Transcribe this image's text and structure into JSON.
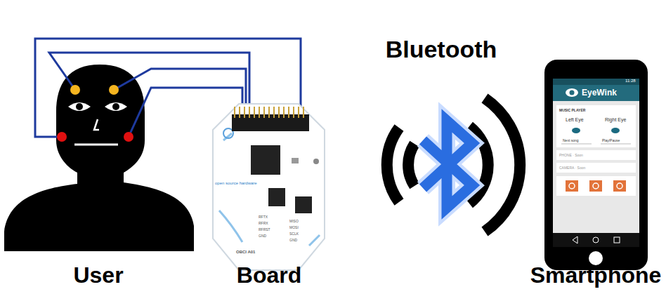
{
  "diagram": {
    "nodes": [
      {
        "text": [
          "User"
        ]
      },
      {
        "text": [
          "Board"
        ]
      },
      {
        "text": [
          "Smartphone"
        ]
      }
    ],
    "edges": [
      {
        "from": 0,
        "to": 1,
        "arrow": "none"
      }
    ],
    "labels": [
      "Bluetooth",
      "11:28",
      "EyeWink",
      "MUSIC PLAYER",
      "Left Eye",
      "Right Eye",
      "Next song",
      "Play/Pause",
      "PHONE · Soon",
      "CAMERA · Soon",
      "open source hardware",
      "OBCI A01",
      "RFTX",
      "RFRX",
      "RFRST",
      "GND",
      "MISO",
      "MOSI",
      "SCLK",
      "GND"
    ]
  }
}
